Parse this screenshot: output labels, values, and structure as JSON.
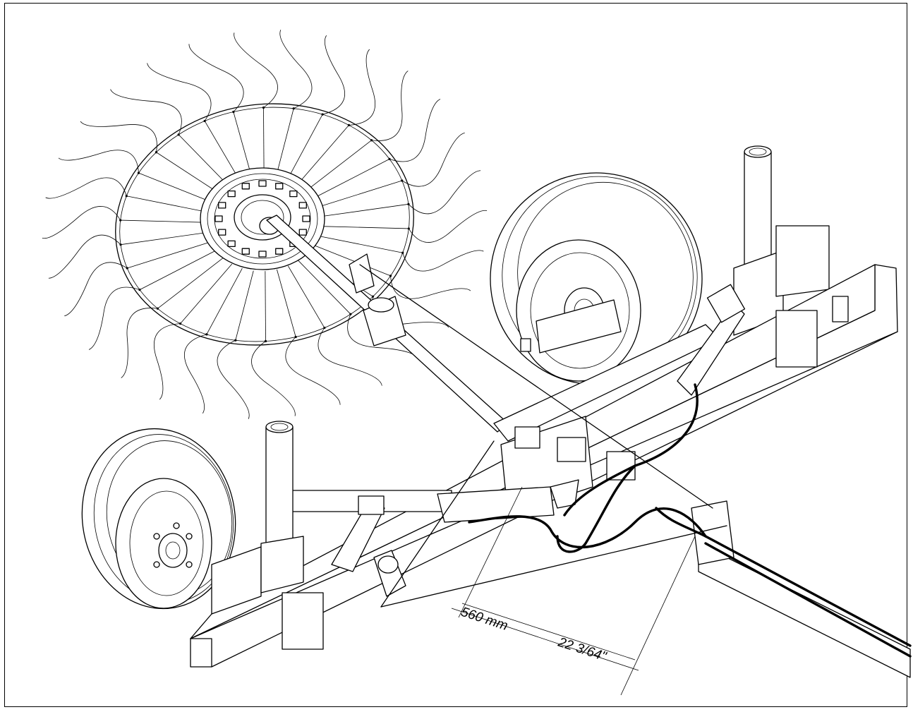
{
  "drawing": {
    "dimension_metric": "560 mm",
    "dimension_imperial": "22 3/64\""
  },
  "components": {
    "rake_wheel": {
      "tine_count": 30
    },
    "hydraulic_hoses": {
      "color": "#000000"
    }
  }
}
